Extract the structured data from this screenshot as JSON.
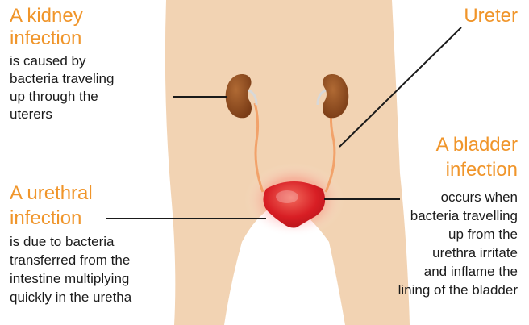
{
  "labels": {
    "kidney": {
      "heading": [
        "A kidney",
        "infection"
      ],
      "body": [
        "is caused by",
        "bacteria traveling",
        "up through the",
        "uterers"
      ]
    },
    "ureter": {
      "heading": "Ureter"
    },
    "bladder": {
      "heading": [
        "A bladder",
        "infection"
      ],
      "body": [
        "occurs when",
        "bacteria travelling",
        "up from the",
        "urethra irritate",
        "and inflame the",
        "lining of the bladder"
      ]
    },
    "urethral": {
      "heading": [
        "A urethral",
        "infection"
      ],
      "body": [
        "is due to bacteria",
        "transferred from the",
        "intestine multiplying",
        "quickly in the uretha"
      ]
    }
  },
  "colors": {
    "skin": "#f2d3b3",
    "kidney": "#8e4a20",
    "ureter": "#f2a26a",
    "bladder": "#d81e24",
    "heading": "#f0952a",
    "text": "#1a1a1a"
  }
}
